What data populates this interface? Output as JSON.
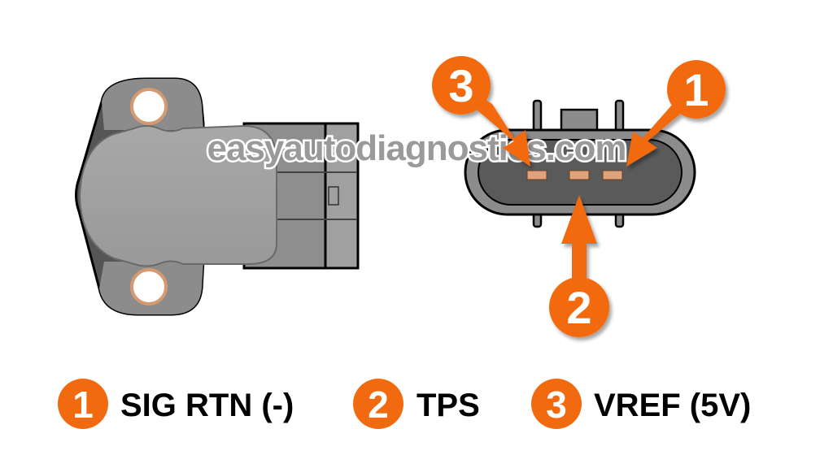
{
  "watermark": "easyautodiagnostics.com",
  "callouts": [
    {
      "number": "3"
    },
    {
      "number": "1"
    },
    {
      "number": "2"
    }
  ],
  "legend": [
    {
      "number": "1",
      "label": "SIG RTN (-)"
    },
    {
      "number": "2",
      "label": "TPS"
    },
    {
      "number": "3",
      "label": "VREF (5V)"
    }
  ],
  "colors": {
    "accent": "#f26a10",
    "pin": "#e0a27a",
    "body": "#8c8c8c",
    "dark": "#555555"
  }
}
